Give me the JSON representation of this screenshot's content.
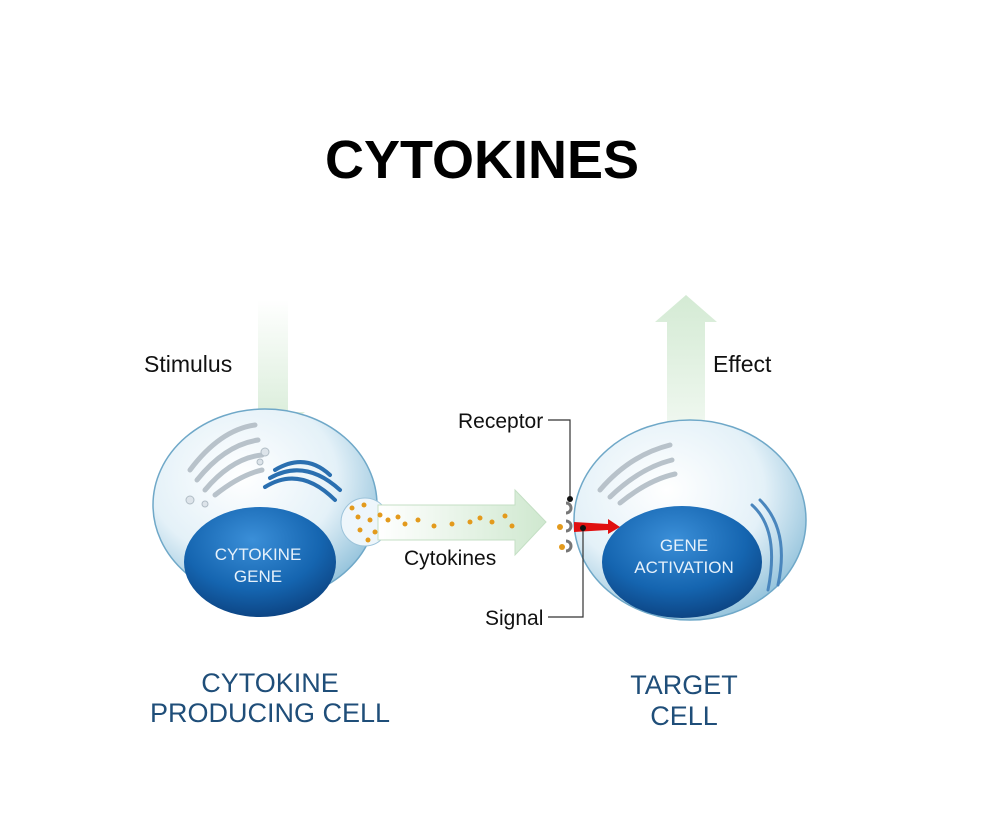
{
  "title": "CYTOKINES",
  "labels": {
    "stimulus": "Stimulus",
    "effect": "Effect",
    "receptor": "Receptor",
    "signal": "Signal",
    "cytokines": "Cytokines"
  },
  "producing_cell": {
    "nucleus_line1": "CYTOKINE",
    "nucleus_line2": "GENE",
    "caption_line1": "CYTOKINE",
    "caption_line2": "PRODUCING CELL"
  },
  "target_cell": {
    "nucleus_line1": "GENE",
    "nucleus_line2": "ACTIVATION",
    "caption_line1": "TARGET",
    "caption_line2": "CELL"
  },
  "colors": {
    "caption": "#1f4e79",
    "nucleus": "#1565b0",
    "arrow": "#d6ecd6",
    "cytokine_dot": "#e39a1c",
    "signal_arrow": "#e01010"
  }
}
